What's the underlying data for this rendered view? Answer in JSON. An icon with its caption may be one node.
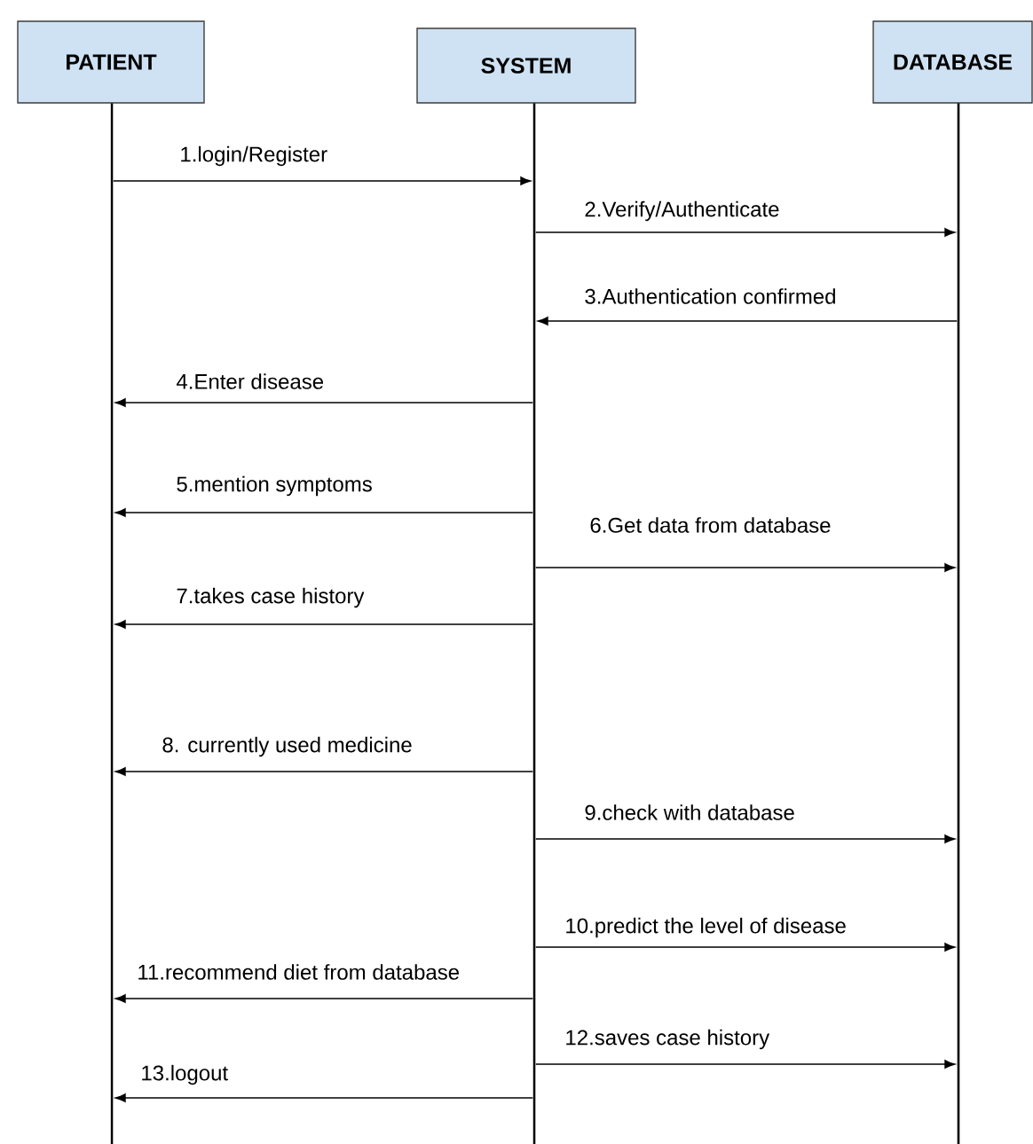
{
  "diagram": {
    "nodes": [
      {
        "text": [
          "PATIENT"
        ]
      },
      {
        "text": [
          "SYSTEM"
        ]
      },
      {
        "text": [
          "DATABASE"
        ]
      },
      {
        "text": [],
        "shape": "line"
      },
      {
        "text": [],
        "shape": "line"
      },
      {
        "text": [],
        "shape": "line"
      }
    ],
    "edges": [
      {
        "from": 3,
        "to": 4,
        "arrow": "to",
        "label": "1.login/Register"
      },
      {
        "from": 4,
        "to": 5,
        "arrow": "to",
        "label": "2.Verify/Authenticate"
      },
      {
        "from": 5,
        "to": 4,
        "arrow": "to",
        "label": "3.Authentication confirmed"
      },
      {
        "from": 4,
        "to": 3,
        "arrow": "to",
        "label": "4.Enter  disease"
      },
      {
        "from": 4,
        "to": 3,
        "arrow": "to",
        "label": "5.mention symptoms"
      },
      {
        "from": 4,
        "to": 5,
        "arrow": "to",
        "label": "6.Get data from database"
      },
      {
        "from": 4,
        "to": 3,
        "arrow": "to",
        "label": "7.takes case history"
      },
      {
        "from": 4,
        "to": 3,
        "arrow": "to",
        "label": "8. currently used medicine"
      },
      {
        "from": 4,
        "to": 5,
        "arrow": "to",
        "label": "9.check with database"
      },
      {
        "from": 4,
        "to": 5,
        "arrow": "to",
        "label": "10.predict the level of disease"
      },
      {
        "from": 4,
        "to": 3,
        "arrow": "to",
        "label": "11.recommend diet from database"
      },
      {
        "from": 4,
        "to": 5,
        "arrow": "to",
        "label": "12.saves case history"
      },
      {
        "from": 4,
        "to": 3,
        "arrow": "to",
        "label": "13.logout"
      }
    ]
  }
}
